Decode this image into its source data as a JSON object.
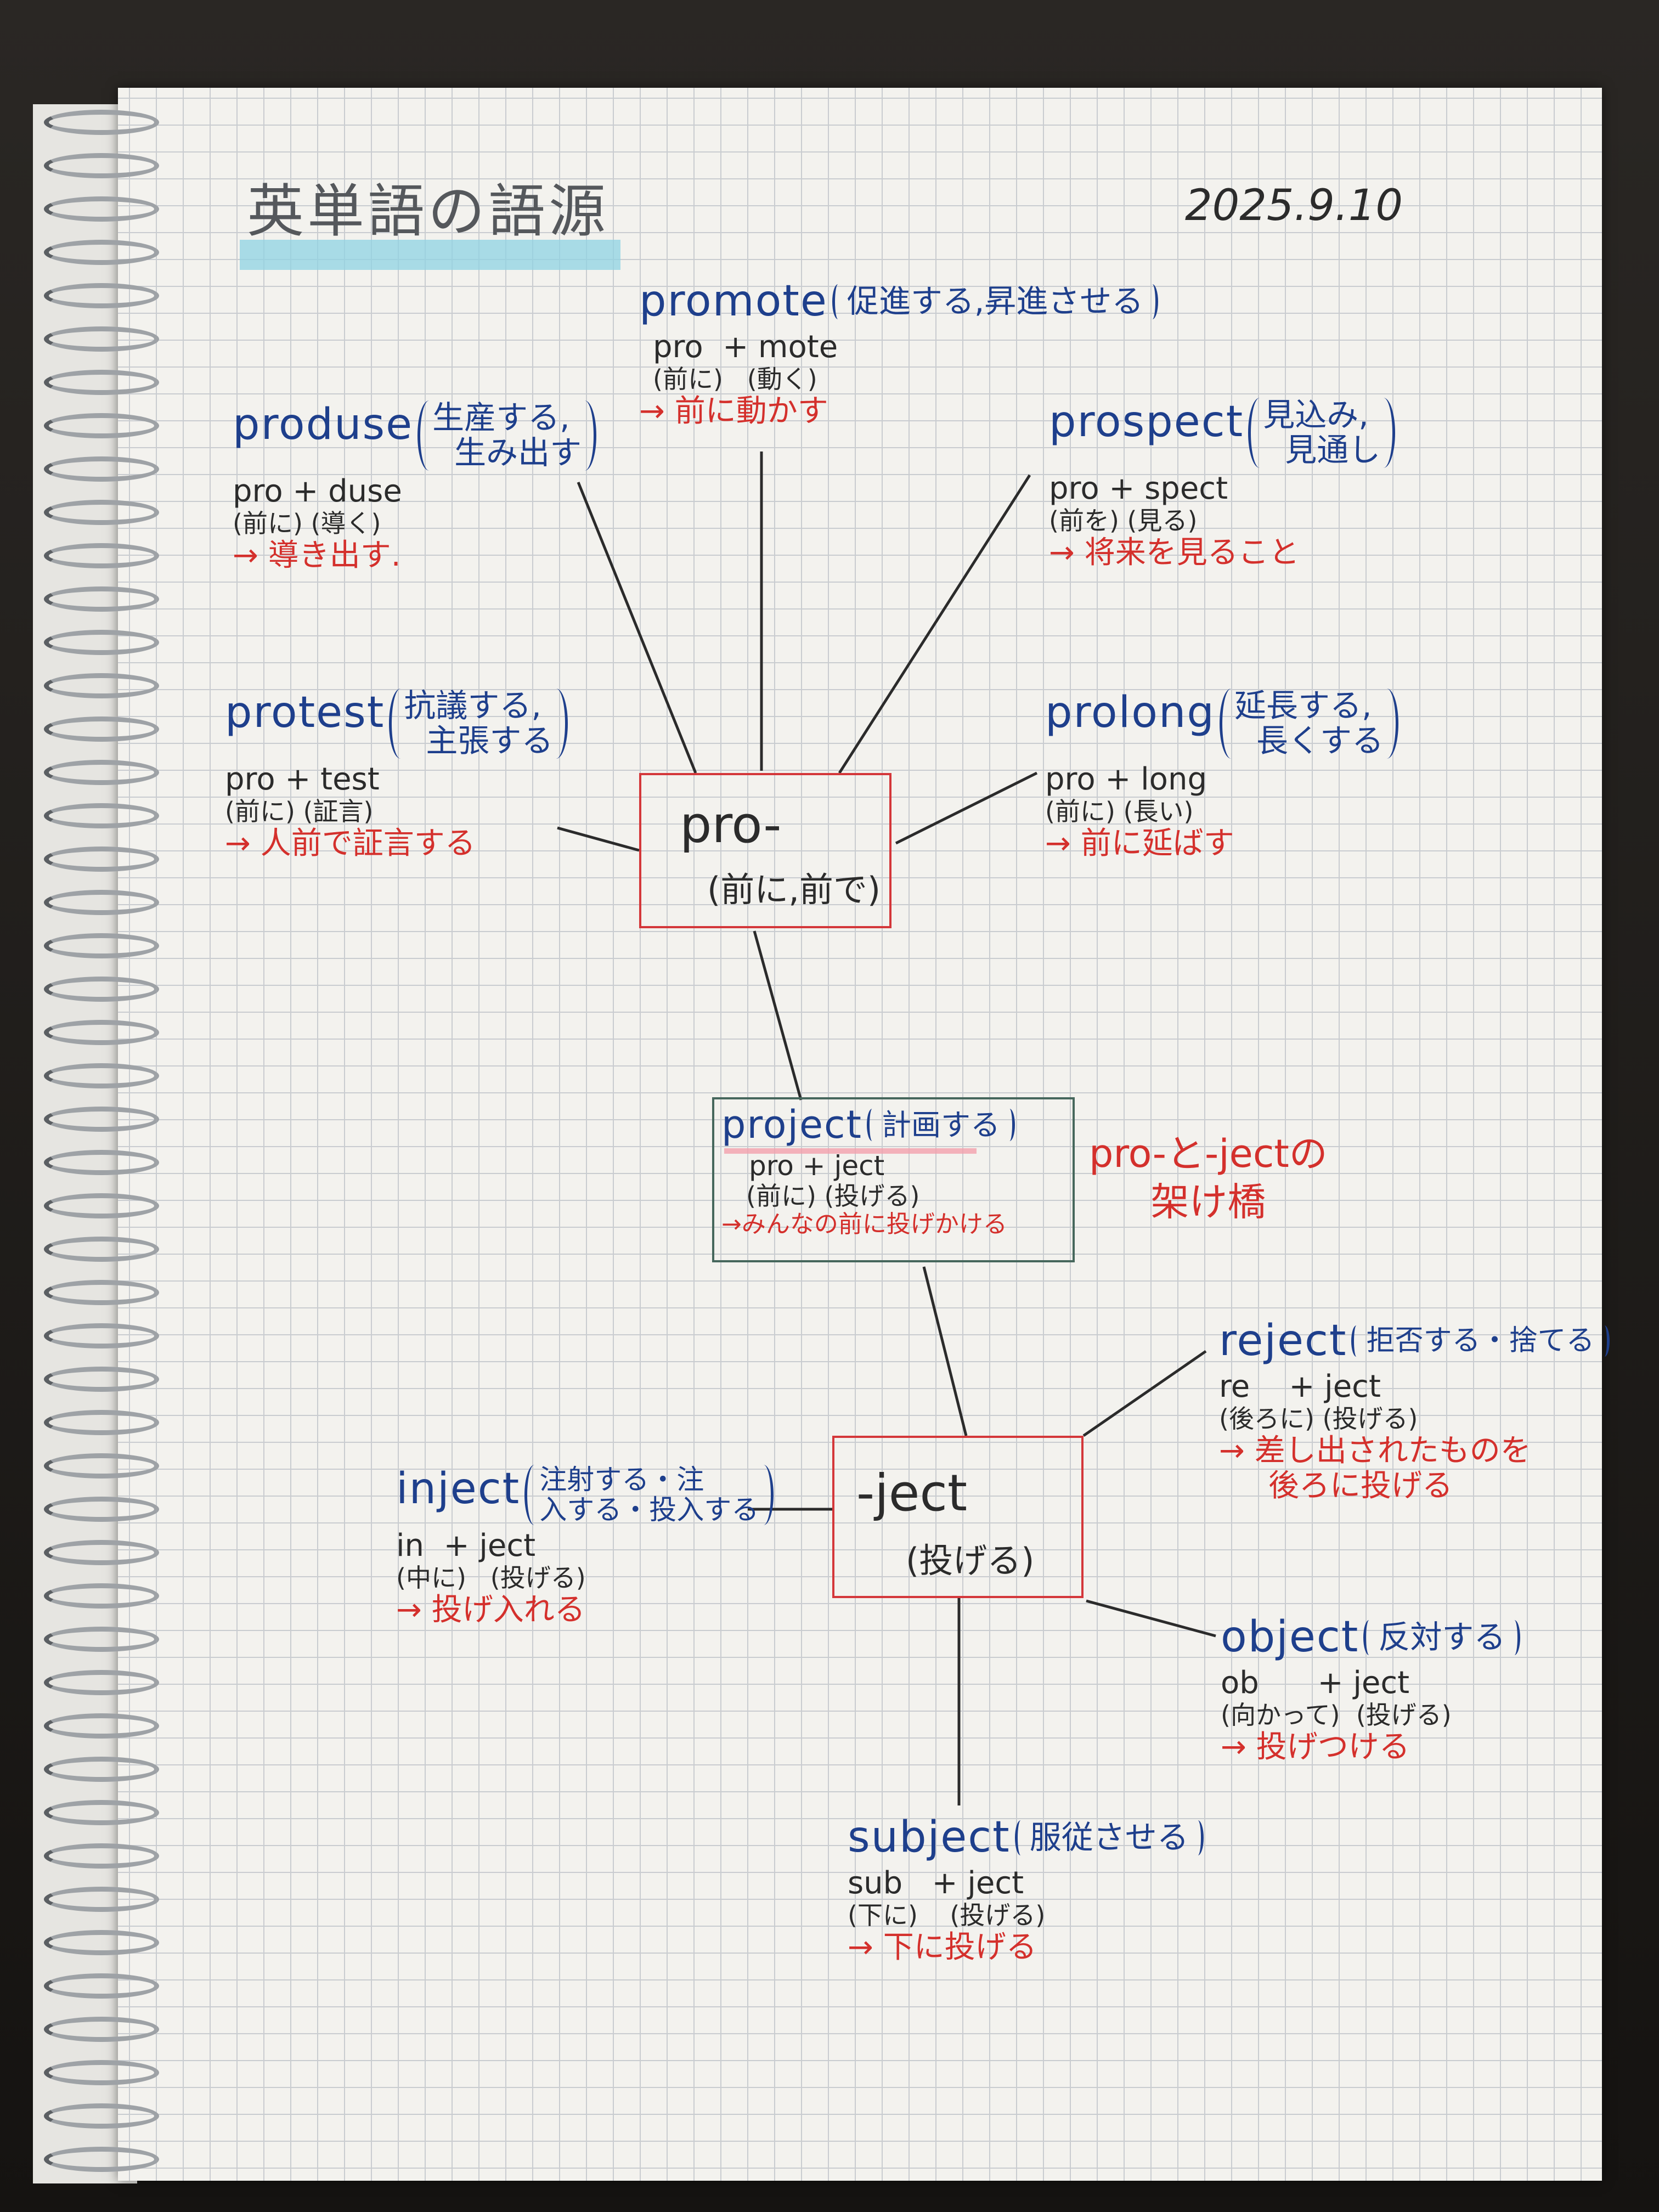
{
  "title": "英単語の語源",
  "date": "2025.9.10",
  "roots": {
    "pro": {
      "label": "pro-",
      "meaning": "(前に,前で)"
    },
    "ject": {
      "label": "-ject",
      "meaning": "(投げる)"
    }
  },
  "bridge_note": {
    "line1": "pro-と-jectの",
    "line2": "架け橋"
  },
  "words": [
    {
      "word": "promote",
      "meaning": [
        "促進する,昇進させる"
      ],
      "formula": "pro  + mote",
      "gloss": "(前に)   (動く)",
      "result": "→ 前に動かす"
    },
    {
      "word": "produse",
      "meaning": [
        "生産する,",
        "生み出す"
      ],
      "formula": "pro + duse",
      "gloss": "(前に) (導く)",
      "result": "→ 導き出す."
    },
    {
      "word": "prospect",
      "meaning": [
        "見込み,",
        "見通し"
      ],
      "formula": "pro + spect",
      "gloss": "(前を) (見る)",
      "result": "→ 将来を見ること"
    },
    {
      "word": "protest",
      "meaning": [
        "抗議する,",
        "主張する"
      ],
      "formula": "pro + test",
      "gloss": "(前に) (証言)",
      "result": "→ 人前で証言する"
    },
    {
      "word": "prolong",
      "meaning": [
        "延長する,",
        "長くする"
      ],
      "formula": "pro + long",
      "gloss": "(前に) (長い)",
      "result": "→ 前に延ばす"
    },
    {
      "word": "project",
      "meaning": [
        "計画する"
      ],
      "formula": "pro + ject",
      "gloss": "(前に) (投げる)",
      "result": "→みんなの前に投げかける"
    },
    {
      "word": "reject",
      "meaning": [
        "拒否する・捨てる"
      ],
      "formula": "re    + ject",
      "gloss": "(後ろに) (投げる)",
      "result": "→ 差し出されたものを",
      "result2": "後ろに投げる"
    },
    {
      "word": "inject",
      "meaning": [
        "注射する・注",
        "入する・投入する"
      ],
      "formula": "in  + ject",
      "gloss": "(中に)   (投げる)",
      "result": "→ 投げ入れる"
    },
    {
      "word": "object",
      "meaning": [
        "反対する"
      ],
      "formula": "ob      + ject",
      "gloss": "(向かって)  (投げる)",
      "result": "→ 投げつける"
    },
    {
      "word": "subject",
      "meaning": [
        "服従させる"
      ],
      "formula": "sub   + ject",
      "gloss": "(下に)    (投げる)",
      "result": "→ 下に投げる"
    }
  ],
  "colors": {
    "word": "#1e3f8c",
    "result": "#d4302c",
    "box": "#d4373a",
    "highlight": "#8fd3e3"
  }
}
